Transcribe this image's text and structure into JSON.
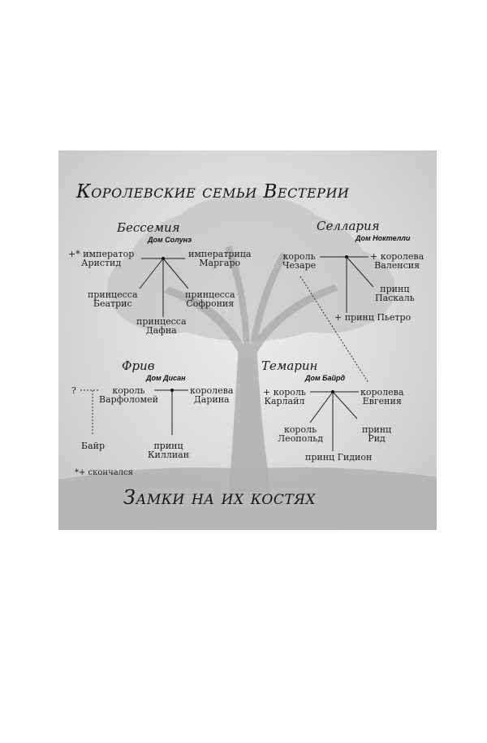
{
  "title": "Королевские семьи Вестерии",
  "footer_title": "Замки на их костях",
  "legend": "*+ скончался",
  "kingdoms": [
    {
      "name": "Бессемия",
      "house": "Дом Солунэ",
      "members": [
        {
          "prefix": "+*",
          "role": "император",
          "name": "Аристид"
        },
        {
          "prefix": "",
          "role": "императрица",
          "name": "Маргаро"
        },
        {
          "prefix": "",
          "role": "принцесса",
          "name": "Беатрис"
        },
        {
          "prefix": "",
          "role": "принцесса",
          "name": "Софрония"
        },
        {
          "prefix": "",
          "role": "принцесса",
          "name": "Дафна"
        }
      ]
    },
    {
      "name": "Селлария",
      "house": "Дом Ноктелли",
      "members": [
        {
          "prefix": "",
          "role": "король",
          "name": "Чезаре"
        },
        {
          "prefix": "+",
          "role": "королева",
          "name": "Валенсия"
        },
        {
          "prefix": "",
          "role": "принц",
          "name": "Паскаль"
        },
        {
          "prefix": "+",
          "role": "принц",
          "name": "Пьетро"
        }
      ]
    },
    {
      "name": "Фрив",
      "house": "Дом Дисан",
      "members": [
        {
          "prefix": "?",
          "role": "",
          "name": ""
        },
        {
          "prefix": "",
          "role": "король",
          "name": "Варфоломей"
        },
        {
          "prefix": "",
          "role": "королева",
          "name": "Дарина"
        },
        {
          "prefix": "",
          "role": "",
          "name": "Байр"
        },
        {
          "prefix": "",
          "role": "принц",
          "name": "Киллиан"
        }
      ]
    },
    {
      "name": "Темарин",
      "house": "Дом Байрд",
      "members": [
        {
          "prefix": "+",
          "role": "король",
          "name": "Карлайл"
        },
        {
          "prefix": "",
          "role": "королева",
          "name": "Евгения"
        },
        {
          "prefix": "",
          "role": "король",
          "name": "Леопольд"
        },
        {
          "prefix": "",
          "role": "принц",
          "name": "Рид"
        },
        {
          "prefix": "",
          "role": "принц",
          "name": "Гидион"
        }
      ]
    }
  ]
}
